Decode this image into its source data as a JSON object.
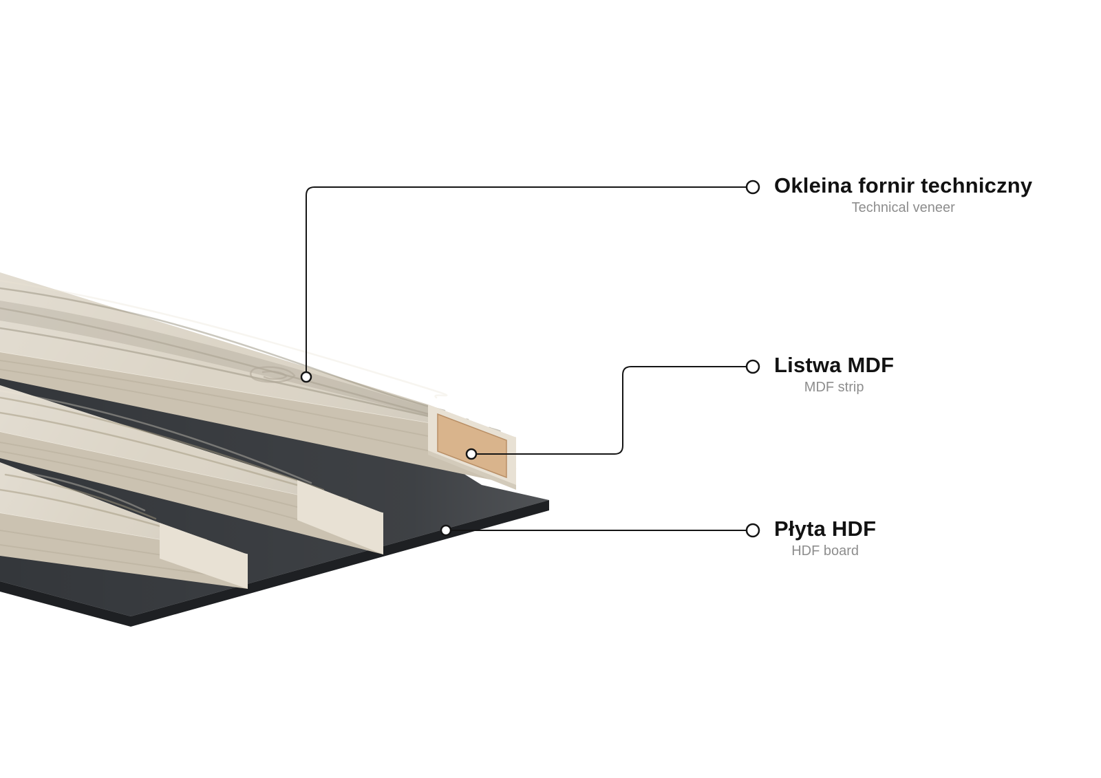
{
  "diagram": {
    "callouts": [
      {
        "id": "veneer",
        "title": "Okleina fornir techniczny",
        "subtitle": "Technical veneer"
      },
      {
        "id": "mdf",
        "title": "Listwa MDF",
        "subtitle": "MDF strip"
      },
      {
        "id": "hdf",
        "title": "Płyta HDF",
        "subtitle": "HDF board"
      }
    ],
    "materials": {
      "background": "#ffffff",
      "veneer_top": "#dcd5c7",
      "veneer_front": "#cbc2b1",
      "veneer_end": "#e8e1d4",
      "mdf_core": "#d9b48c",
      "hdf_top": "#34373b",
      "hdf_edge": "#1e2023",
      "line_color": "#141414",
      "title_color": "#121212",
      "subtitle_color": "#8d8d8d"
    }
  }
}
